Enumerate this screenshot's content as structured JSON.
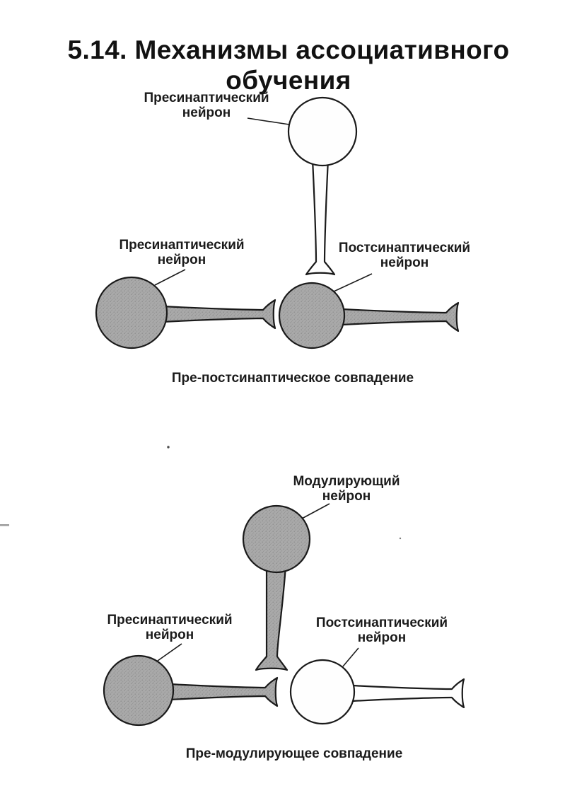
{
  "title": {
    "line1": "5.14. Механизмы ассоциативного",
    "line2": "обучения"
  },
  "colors": {
    "background": "#ffffff",
    "ink": "#1a1a1a",
    "neuron_gray": "#a6a6a6",
    "neuron_white": "#fefefe"
  },
  "diagram_top": {
    "caption": "Пре-постсинаптическое совпадение",
    "labels": {
      "presynaptic_top": {
        "line1": "Пресинаптический",
        "line2": "нейрон"
      },
      "presynaptic_left": {
        "line1": "Пресинаптический",
        "line2": "нейрон"
      },
      "postsynaptic": {
        "line1": "Постсинаптический",
        "line2": "нейрон"
      }
    },
    "neurons": [
      {
        "name": "presynaptic-vertical",
        "fill": "white",
        "orientation": "down"
      },
      {
        "name": "presynaptic-left",
        "fill": "gray",
        "orientation": "right"
      },
      {
        "name": "postsynaptic",
        "fill": "gray",
        "orientation": "right"
      }
    ]
  },
  "diagram_bottom": {
    "caption": "Пре-модулирующее совпадение",
    "labels": {
      "modulating": {
        "line1": "Модулирующий",
        "line2": "нейрон"
      },
      "presynaptic": {
        "line1": "Пресинаптический",
        "line2": "нейрон"
      },
      "postsynaptic": {
        "line1": "Постсинаптический",
        "line2": "нейрон"
      }
    },
    "neurons": [
      {
        "name": "modulating-vertical",
        "fill": "gray",
        "orientation": "down"
      },
      {
        "name": "presynaptic-left",
        "fill": "gray",
        "orientation": "right"
      },
      {
        "name": "postsynaptic",
        "fill": "white",
        "orientation": "right"
      }
    ]
  }
}
